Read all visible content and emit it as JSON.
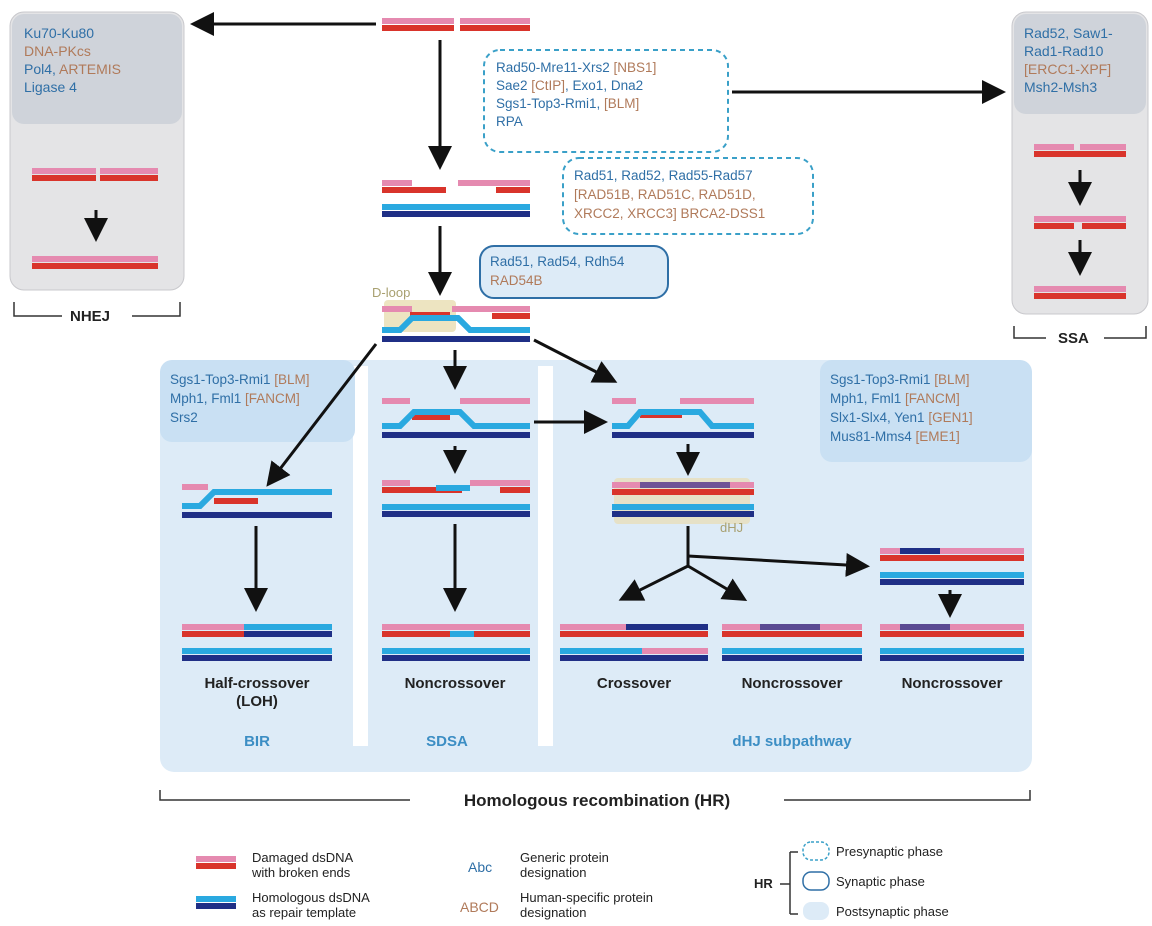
{
  "nhej": {
    "proteins": [
      "Ku70-Ku80",
      "DNA-PKcs",
      "Pol4, ",
      "ARTEMIS",
      "Ligase 4"
    ],
    "label": "NHEJ"
  },
  "ssa": {
    "proteins": [
      "Rad52, Saw1-",
      "Rad1-Rad10",
      "[ERCC1-XPF]",
      "Msh2-Msh3"
    ],
    "label": "SSA"
  },
  "resection": {
    "proteins": [
      "Rad50-Mre11-Xrs2 ",
      "[NBS1]",
      "Sae2 ",
      "[CtIP]",
      ", Exo1, Dna2",
      "Sgs1-Top3-Rmi1, ",
      "[BLM]",
      "RPA"
    ]
  },
  "presynaptic": {
    "proteins": [
      "Rad51, Rad52, Rad55-Rad57",
      "[RAD51B, RAD51C, RAD51D,",
      "XRCC2, XRCC3] BRCA2-DSS1"
    ]
  },
  "synaptic": {
    "proteins": [
      "Rad51, Rad54, Rdh54",
      "RAD54B"
    ]
  },
  "dloop_label": "D-loop",
  "bir": {
    "proteins": [
      "Sgs1-Top3-Rmi1 ",
      "[BLM]",
      "Mph1, Fml1 ",
      "[FANCM]",
      "Srs2"
    ],
    "outcome": [
      "Half-crossover",
      "(LOH)"
    ],
    "label": "BIR"
  },
  "sdsa": {
    "outcome": "Noncrossover",
    "label": "SDSA"
  },
  "dhj": {
    "proteins": [
      "Sgs1-Top3-Rmi1 ",
      "[BLM]",
      "Mph1, Fml1 ",
      "[FANCM]",
      "Slx1-Slx4, Yen1 ",
      "[GEN1]",
      "Mus81-Mms4 ",
      "[EME1]"
    ],
    "dhj_label": "dHJ",
    "outcomes": [
      "Crossover",
      "Noncrossover",
      "Noncrossover"
    ],
    "label": "dHJ subpathway"
  },
  "hr_label": "Homologous recombination (HR)",
  "legend": {
    "damaged": [
      "Damaged dsDNA",
      "with broken ends"
    ],
    "homologous": [
      "Homologous dsDNA",
      "as repair template"
    ],
    "generic_sample": "Abc",
    "generic_text": [
      "Generic protein",
      "designation"
    ],
    "human_sample": "ABCD",
    "human_text": [
      "Human-specific protein",
      "designation"
    ],
    "hr_key": "HR",
    "phases": [
      "Presynaptic phase",
      "Synaptic phase",
      "Postsynaptic phase"
    ]
  },
  "colors": {
    "generic_protein": "#2f6fa6",
    "human_protein": "#b07a5a",
    "damaged_strand_pink": "#e58ab0",
    "damaged_strand_red": "#d9342b",
    "template_light": "#2aa9e0",
    "template_dark": "#1f2f86",
    "panel_blue": "#ddebf7",
    "panel_gray": "#e4e4e6"
  }
}
